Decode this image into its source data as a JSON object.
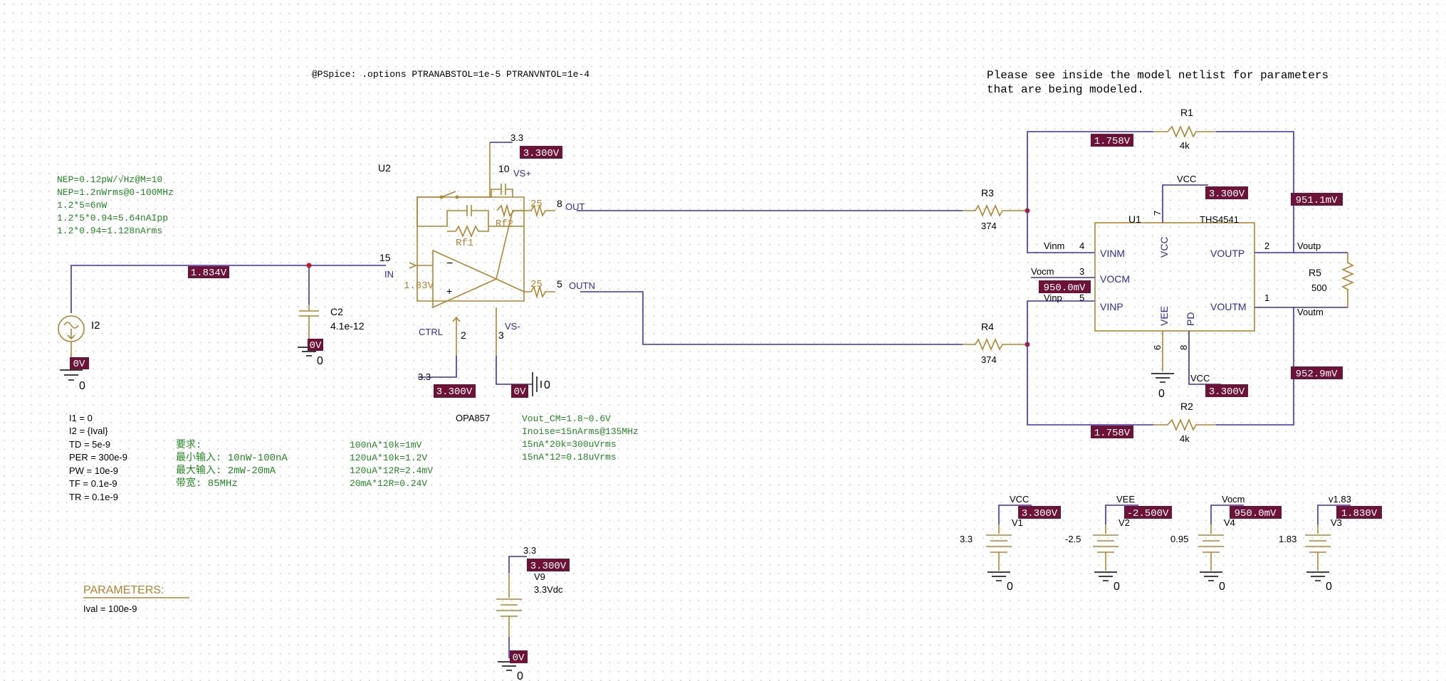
{
  "notes": {
    "pspice_options": "@PSpice: .options PTRANABSTOL=1e-5 PTRANVNTOL=1e-4",
    "model_note_line1": "Please see inside the model netlist for parameters",
    "model_note_line2": "that are being modeled."
  },
  "green_notes": {
    "nep": [
      "NEP=0.12pW/√Hz@M=10",
      "NEP=1.2nWrms@0-100MHz",
      "1.2*5=6nW",
      "1.2*5*0.94=5.64nAIpp",
      "1.2*0.94=1.128nArms"
    ],
    "requirements": [
      "要求:",
      "最小输入: 10nW-100nA",
      "最大输入: 2mW-20mA",
      "带宽: 85MHz"
    ],
    "calcs": [
      "100nA*10k=1mV",
      "120uA*10k=1.2V",
      "120uA*12R=2.4mV",
      "20mA*12R=0.24V"
    ],
    "noise": [
      "Vout_CM=1.8~0.6V",
      "Inoise=15nArms@135MHz",
      "15nA*20k=300uVrms",
      "15nA*12=0.18uVrms"
    ]
  },
  "source_params": [
    "I1 = 0",
    "I2 = {Ival}",
    "TD = 5e-9",
    "PER = 300e-9",
    "PW = 10e-9",
    "TF = 0.1e-9",
    "TR = 0.1e-9"
  ],
  "parameters_block": {
    "title": "PARAMETERS:",
    "value": "Ival = 100e-9"
  },
  "voltage_markers": {
    "in_node": "1.834V",
    "i2_gnd": "0V",
    "c2_gnd": "0V",
    "vs_plus": "3.300V",
    "ctrl": "3.300V",
    "vs_minus": "0V",
    "fb_node": "1.83V",
    "r1_left": "1.758V",
    "r2_left": "1.758V",
    "outp": "951.1mV",
    "outm": "952.9mV",
    "u1_vcc": "3.300V",
    "u1_pd": "3.300V",
    "vocm": "950.0mV",
    "v1": "3.300V",
    "v2": "-2.500V",
    "v4": "950.0mV",
    "v3": "1.830V",
    "v9": "3.300V",
    "v9_gnd": "0V"
  },
  "u2": {
    "ref": "U2",
    "part": "OPA857",
    "pins": {
      "in": "15",
      "vsp": "10",
      "out": "8",
      "outn": "5",
      "ctrl": "2",
      "vsm": "3"
    },
    "pin_labels": {
      "in": "IN",
      "vsp": "VS+",
      "out": "OUT",
      "outn": "OUTN",
      "ctrl": "CTRL",
      "vsm": "VS-"
    },
    "rf1": "Rf1",
    "rf2": "Rf2",
    "r_out": "25",
    "r_outn": "25",
    "vsp_net": "3.3",
    "ctrl_net": "3.3",
    "vsm_net": "0"
  },
  "u1": {
    "ref": "U1",
    "part": "THS4541",
    "pins": {
      "vinm": "4",
      "vocm": "3",
      "vinp": "5",
      "vcc": "7",
      "voutp": "2",
      "voutm": "1",
      "vee": "6",
      "pd": "8"
    },
    "pin_labels": {
      "vinm": "VINM",
      "vocm": "VOCM",
      "vinp": "VINP",
      "vcc": "VCC",
      "voutp": "VOUTP",
      "voutm": "VOUTM",
      "vee": "VEE",
      "pd": "PD"
    },
    "nets": {
      "vinm": "Vinm",
      "vocm": "Vocm",
      "vinp": "Vinp",
      "voutp": "Voutp",
      "voutm": "Voutm",
      "vcc": "VCC",
      "pd": "VCC",
      "gnd": "0"
    }
  },
  "passives": {
    "c2": {
      "ref": "C2",
      "value": "4.1e-12"
    },
    "r1": {
      "ref": "R1",
      "value": "4k"
    },
    "r2": {
      "ref": "R2",
      "value": "4k"
    },
    "r3": {
      "ref": "R3",
      "value": "374"
    },
    "r4": {
      "ref": "R4",
      "value": "374"
    },
    "r5": {
      "ref": "R5",
      "value": "500"
    }
  },
  "sources": {
    "i2": {
      "ref": "I2",
      "gnd": "0"
    },
    "v1": {
      "ref": "V1",
      "net": "VCC",
      "value": "3.3",
      "gnd": "0"
    },
    "v2": {
      "ref": "V2",
      "net": "VEE",
      "value": "-2.5",
      "gnd": "0"
    },
    "v4": {
      "ref": "V4",
      "net": "Vocm",
      "value": "0.95",
      "gnd": "0"
    },
    "v3": {
      "ref": "V3",
      "net": "v1.83",
      "value": "1.83",
      "gnd": "0"
    },
    "v9": {
      "ref": "V9",
      "net": "3.3",
      "value": "3.3Vdc",
      "gnd": "0"
    }
  },
  "ground_labels": {
    "c2": "0",
    "u1": "0"
  },
  "colors": {
    "wire": "#3a2fbf",
    "part": "#b5832a",
    "marker": "#6e1238",
    "junction": "#d01818",
    "note_green": "#1e8c1e"
  }
}
